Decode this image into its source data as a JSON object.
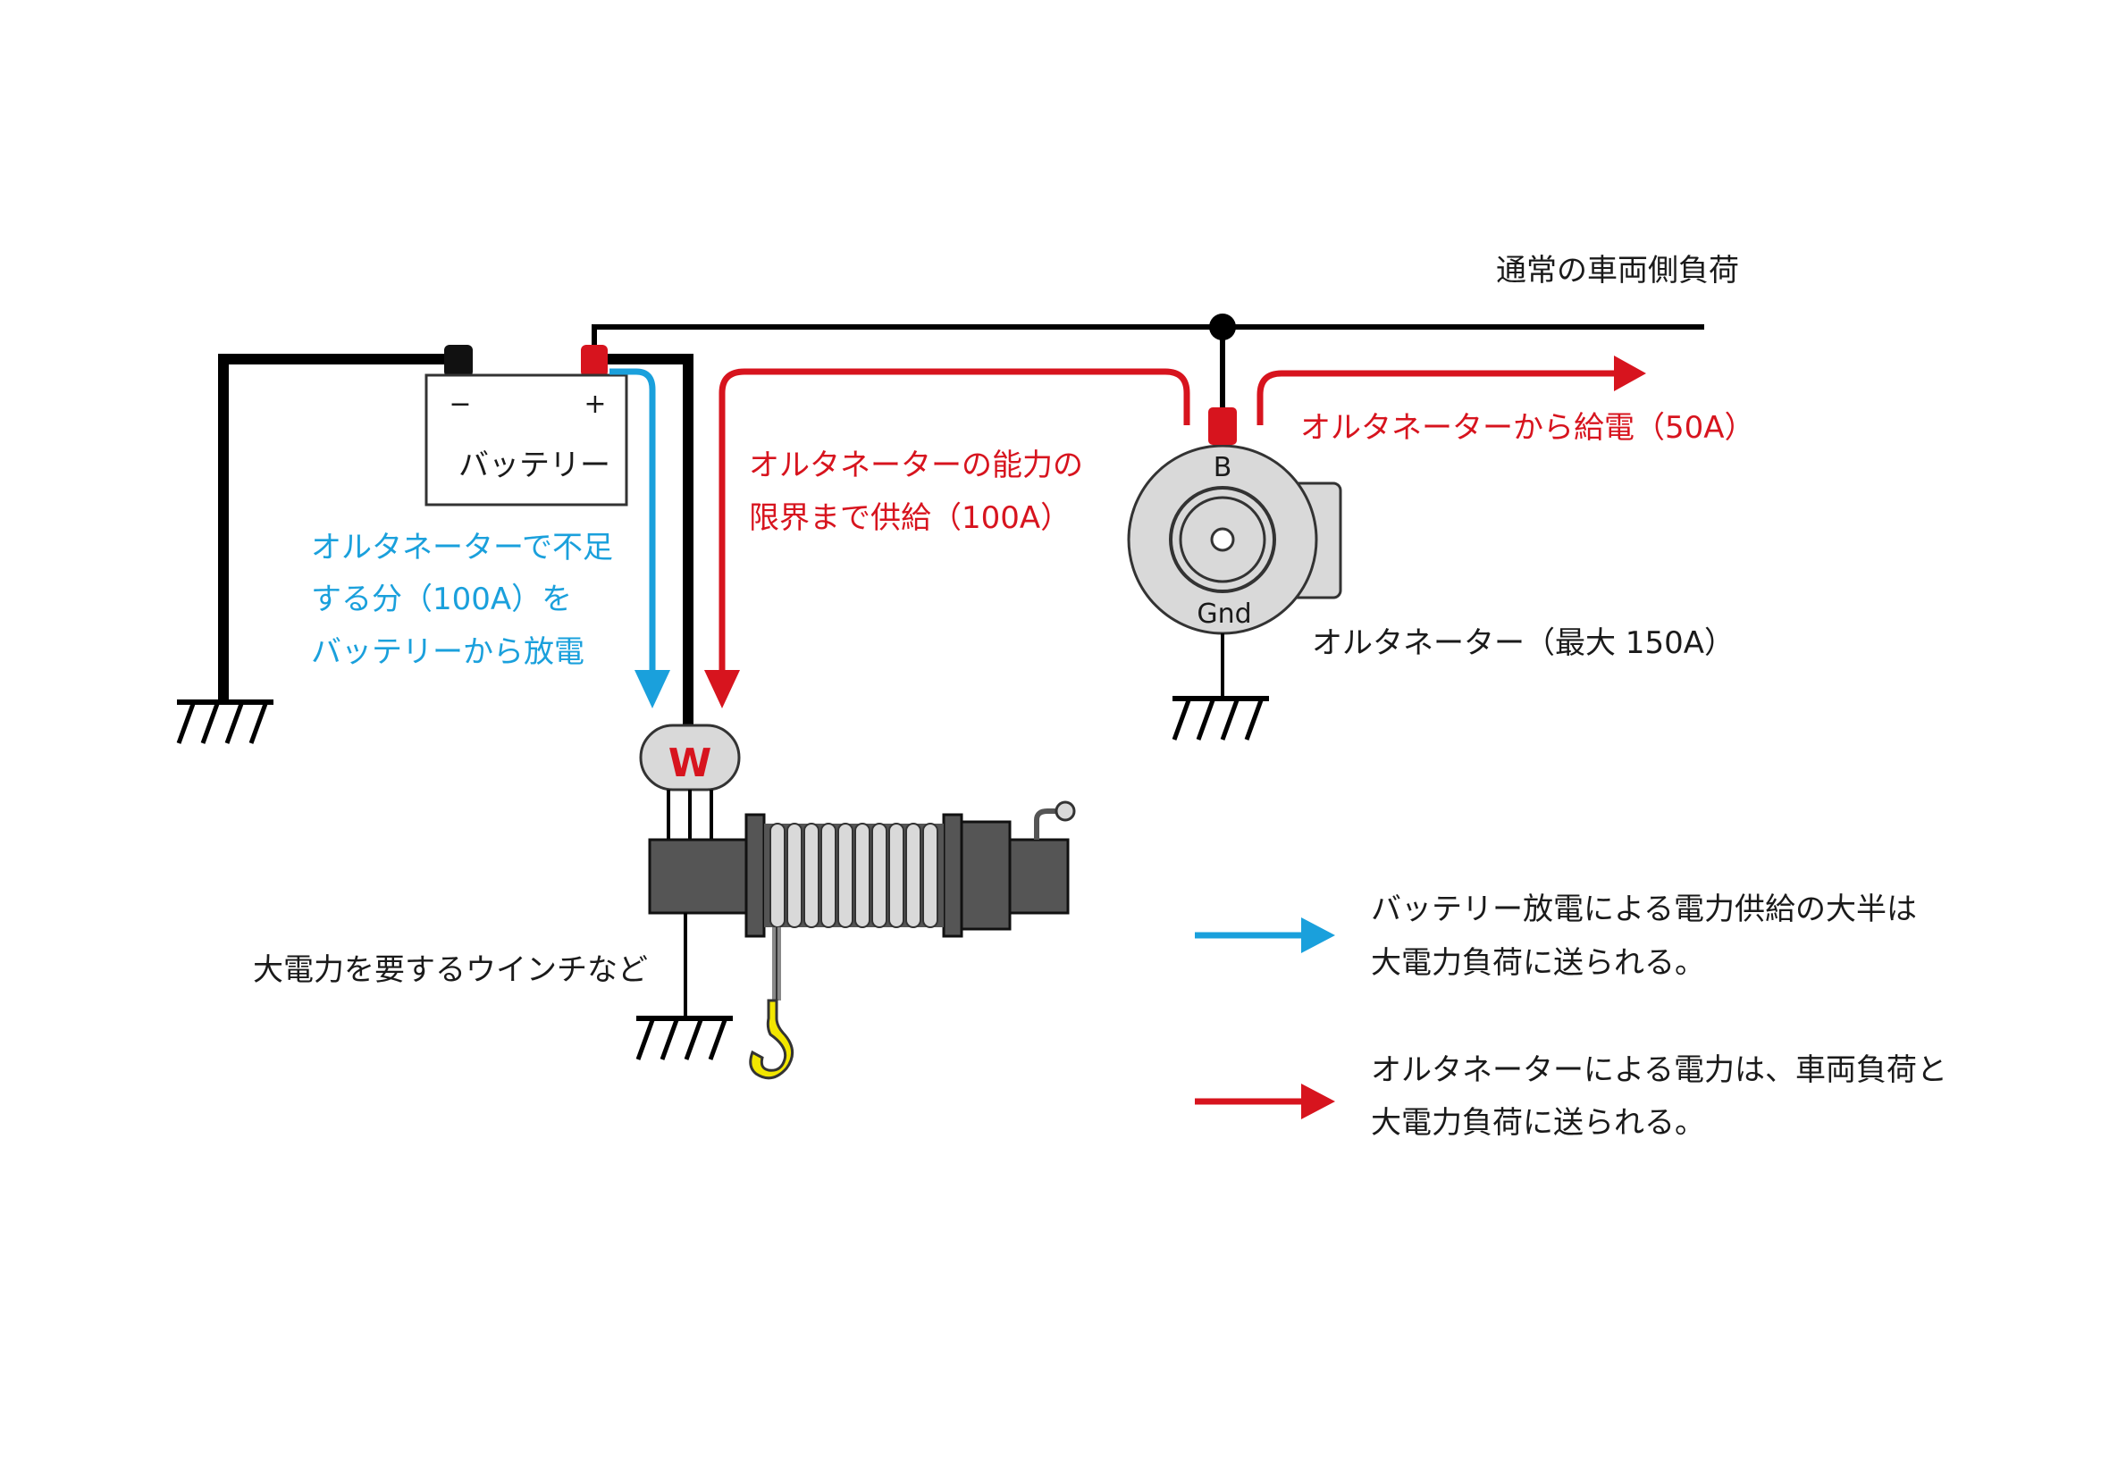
{
  "colors": {
    "wire": "#000000",
    "alternator_current": "#d7141e",
    "battery_current": "#1aa0dc",
    "terminal_red": "#d7141e",
    "alternator_body": "#d9d9d9",
    "winch_body": "#555555",
    "hook": "#f2e600"
  },
  "labels": {
    "vehicle_load": "通常の車両側負荷",
    "alt_supply": "オルタネーターから給電（50A）",
    "alt_limit_line1": "オルタネーターの能力の",
    "alt_limit_line2": "限界まで供給（100A）",
    "battery_discharge_line1": "オルタネーターで不足",
    "battery_discharge_line2": "する分（100A）を",
    "battery_discharge_line3": "バッテリーから放電",
    "alternator_name": "オルタネーター（最大 150A）",
    "winch_name": "大電力を要するウインチなど"
  },
  "battery": {
    "label": "バッテリー",
    "minus": "−",
    "plus": "+"
  },
  "alternator": {
    "terminal_b": "B",
    "terminal_gnd": "Gnd"
  },
  "winch": {
    "badge": "W"
  },
  "legend": [
    {
      "color": "#1aa0dc",
      "line1": "バッテリー放電による電力供給の大半は",
      "line2": "大電力負荷に送られる。"
    },
    {
      "color": "#d7141e",
      "line1": "オルタネーターによる電力は、車両負荷と",
      "line2": "大電力負荷に送られる。"
    }
  ]
}
